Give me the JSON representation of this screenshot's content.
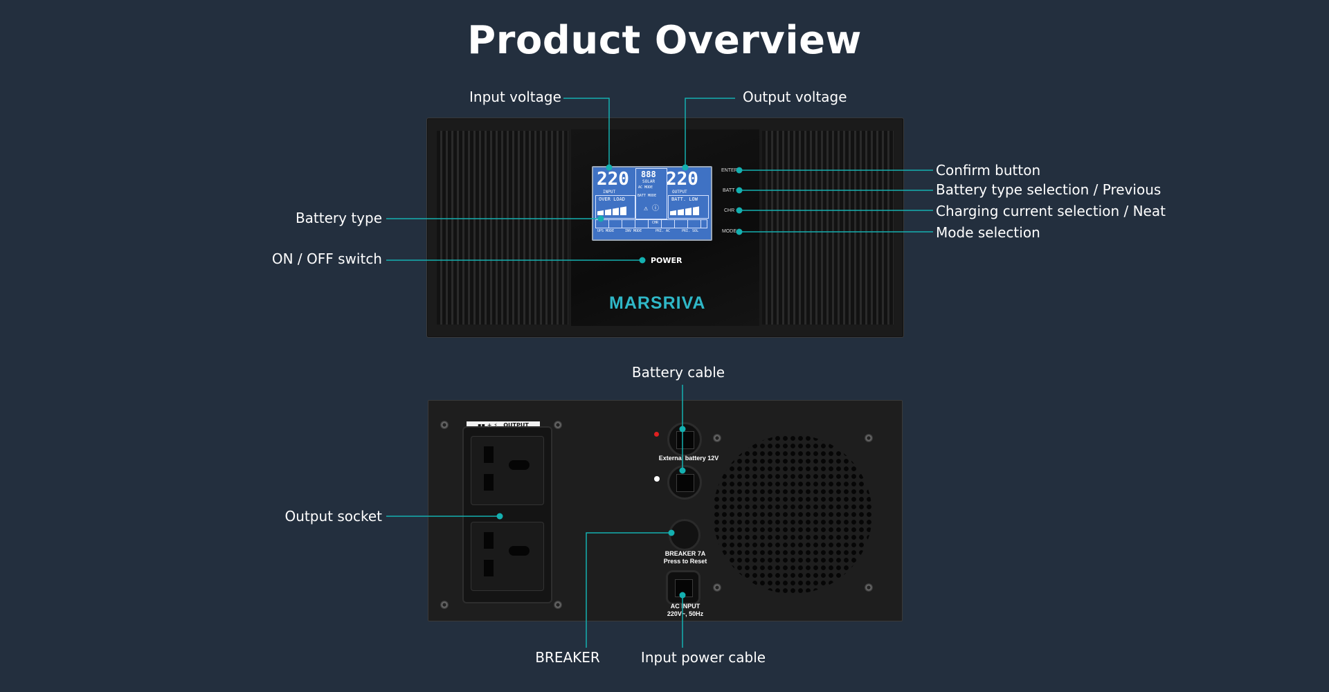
{
  "page": {
    "title": "Product Overview"
  },
  "colors": {
    "background": "#232f3e",
    "accent": "#14b0b0",
    "brand": "#2fb7c7",
    "lcd": "#3f72c4"
  },
  "front_labels": {
    "input_voltage": "Input voltage",
    "output_voltage": "Output voltage",
    "battery_type": "Battery type",
    "on_off_switch": "ON / OFF switch",
    "confirm_button": "Confirm button",
    "battery_type_selection": "Battery type selection / Previous",
    "charging_current_selection": "Charging current selection / Neat",
    "mode_selection": "Mode selection"
  },
  "front_panel": {
    "brand": "MARSRIVA",
    "power_label": "POWER",
    "buttons": [
      "ENTER",
      "BATT",
      "CHR",
      "MODE"
    ],
    "lcd": {
      "input_reading": "220",
      "output_reading": "220",
      "center_reading": "888",
      "input_label": "INPUT",
      "output_label": "OUTPUT",
      "center_label": "SOLAR",
      "ac_mode": "AC MODE",
      "batt_mode": "BATT MODE",
      "overload": "OVER LOAD",
      "batt_low": "BATT. LOW",
      "chr": "CHR",
      "ups_mode": "UPS MODE",
      "inv_mode": "INV MODE",
      "pri_ac": "PRI. AC",
      "pri_sol": "PRI. SOL"
    }
  },
  "back_labels": {
    "battery_cable": "Battery cable",
    "output_socket": "Output socket",
    "breaker": "BREAKER",
    "input_power_cable": "Input power cable"
  },
  "back_panel": {
    "output_tag": "OUTPUT",
    "external_battery": "External battery 12V",
    "breaker_line1": "BREAKER 7A",
    "breaker_line2": "Press to Reset",
    "ac_input_line1": "AC INPUT",
    "ac_input_line2": "220V~, 50Hz"
  }
}
